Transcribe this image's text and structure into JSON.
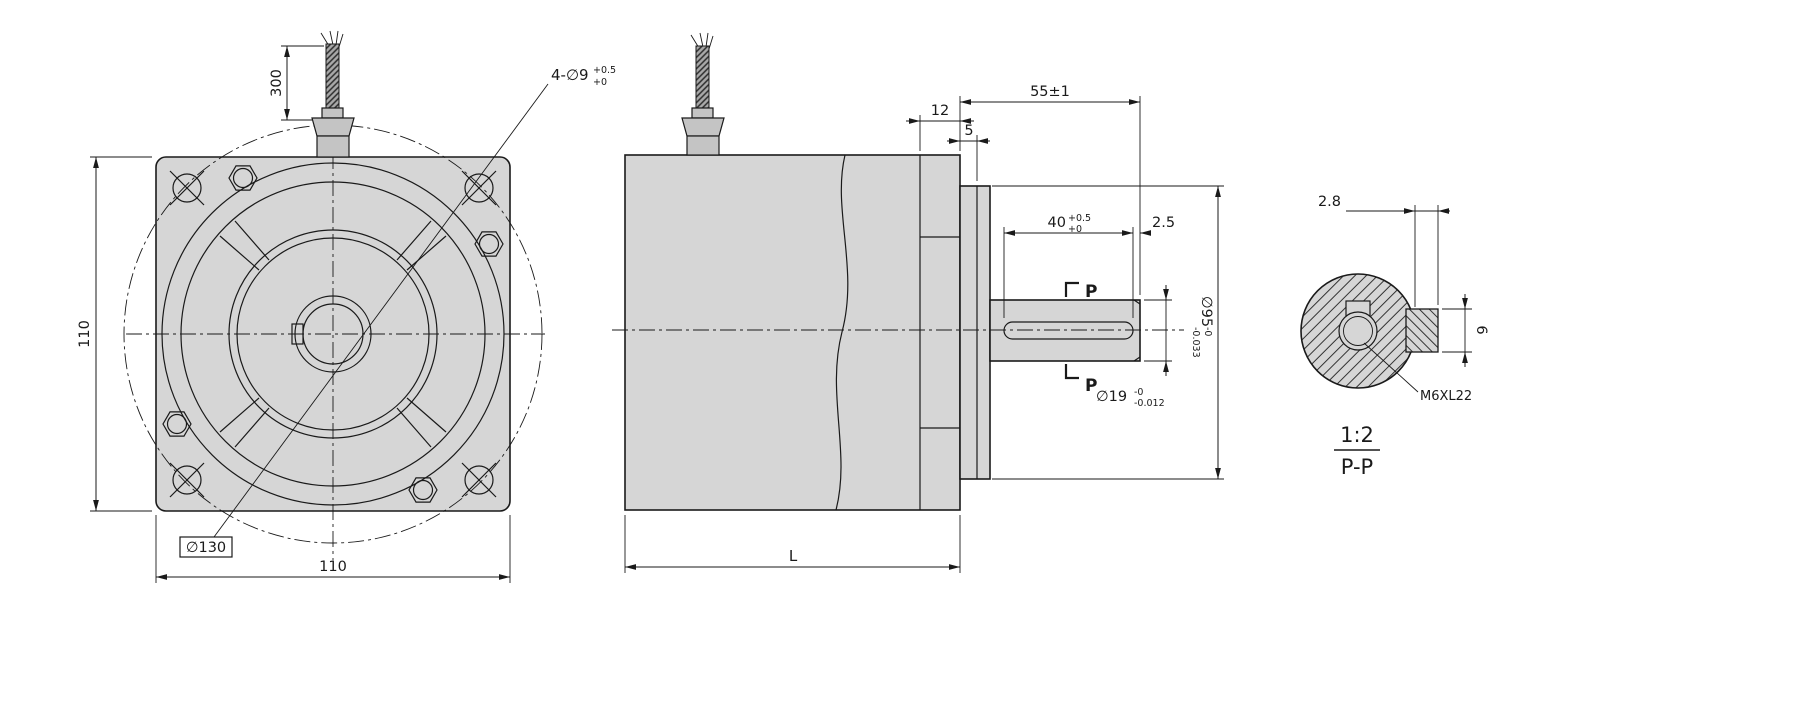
{
  "palette": {
    "background": "#ffffff",
    "line": "#1a1a1a",
    "body_fill": "#d6d6d6",
    "gland_fill": "#c4c4c4"
  },
  "front_view": {
    "dim_cable": "300",
    "dim_height": "110",
    "dim_width": "110",
    "bolt_circle_label": "∅130",
    "holes_label": "4-∅9",
    "holes_tol_upper": "+0.5",
    "holes_tol_lower": "+0"
  },
  "side_view": {
    "dim_front_plate": "12",
    "dim_boss": "5",
    "dim_shaft_length": "55±1",
    "dim_key_length": "40",
    "key_tol_upper": "+0.5",
    "key_tol_lower": "+0",
    "dim_key_end": "2.5",
    "dia_boss": "∅95",
    "boss_tol_upper": "-0",
    "boss_tol_lower": "-0.033",
    "dia_shaft": "∅19",
    "shaft_tol_upper": "-0",
    "shaft_tol_lower": "-0.012",
    "dim_length": "L",
    "section_top": "P",
    "section_bottom": "P"
  },
  "section_view": {
    "dim_offset": "2.8",
    "dim_key_width": "6",
    "thread_label": "M6XL22",
    "scale_label": "1:2",
    "title": "P-P"
  }
}
